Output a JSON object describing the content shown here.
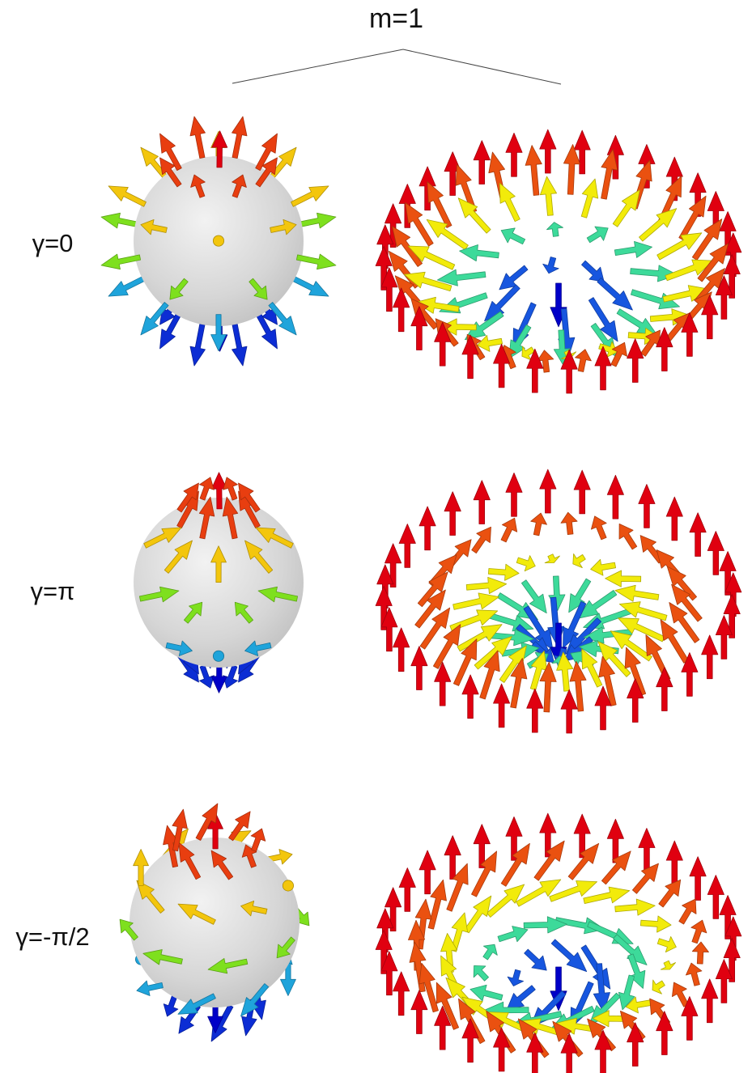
{
  "title": "m=1",
  "rows": [
    {
      "label": "γ=0",
      "gamma": 0
    },
    {
      "label": "γ=π",
      "gamma": 3.14159
    },
    {
      "label": "γ=-π/2",
      "gamma": -1.5708
    }
  ],
  "colors": {
    "sphere": "#d9d9d9",
    "bracket": "#444444",
    "colormap": [
      "#0000c8",
      "#1e6fe6",
      "#20d8d0",
      "#7ee01e",
      "#f2f20a",
      "#f39a10",
      "#e00010"
    ]
  }
}
